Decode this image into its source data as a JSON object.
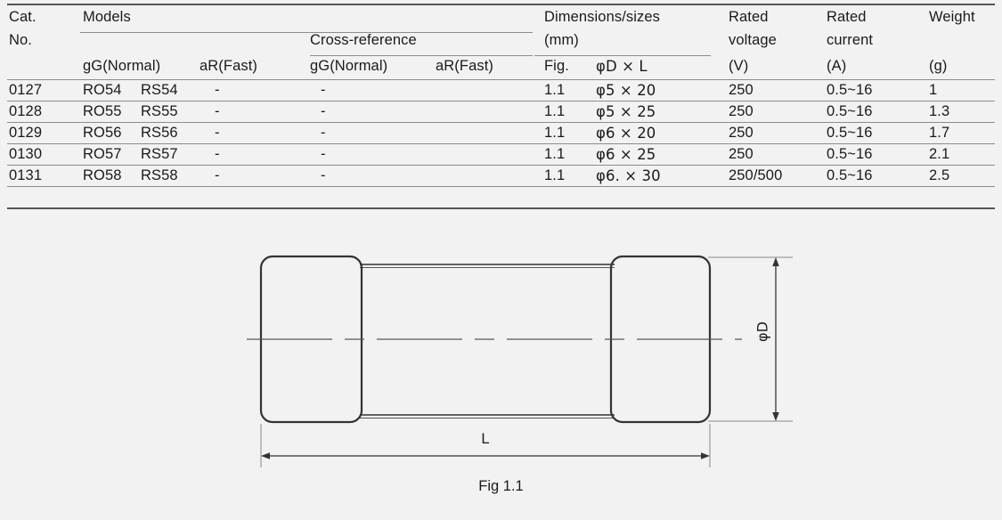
{
  "table": {
    "header": {
      "cat_no_line1": "Cat.",
      "cat_no_line2": "No.",
      "models": "Models",
      "cross_reference": "Cross-reference",
      "models_gg": "gG(Normal)",
      "models_ar": "aR(Fast)",
      "xref_gg": "gG(Normal)",
      "xref_ar": "aR(Fast)",
      "dimensions_line1": "Dimensions/sizes",
      "dimensions_line2": "(mm)",
      "fig": "Fig.",
      "dia_x_l": "φD × L",
      "rated_voltage_line1": "Rated",
      "rated_voltage_line2": "voltage",
      "rated_voltage_unit": "(V)",
      "rated_current_line1": "Rated",
      "rated_current_line2": "current",
      "rated_current_unit": "(A)",
      "weight_line1": "Weight",
      "weight_unit": "(g)"
    },
    "rows": [
      {
        "cat_no": "0127",
        "models_gg": "RO54",
        "models_ar": "RS54",
        "xref_gg": "-",
        "xref_ar": "-",
        "fig": "1.1",
        "dia_x_l": "φ5 × 20",
        "rated_voltage": "250",
        "rated_current": "0.5~16",
        "weight": "1"
      },
      {
        "cat_no": "0128",
        "models_gg": "RO55",
        "models_ar": "RS55",
        "xref_gg": "-",
        "xref_ar": "-",
        "fig": "1.1",
        "dia_x_l": "φ5 × 25",
        "rated_voltage": "250",
        "rated_current": "0.5~16",
        "weight": "1.3"
      },
      {
        "cat_no": "0129",
        "models_gg": "RO56",
        "models_ar": "RS56",
        "xref_gg": "-",
        "xref_ar": "-",
        "fig": "1.1",
        "dia_x_l": "φ6 × 20",
        "rated_voltage": "250",
        "rated_current": "0.5~16",
        "weight": "1.7"
      },
      {
        "cat_no": "0130",
        "models_gg": "RO57",
        "models_ar": "RS57",
        "xref_gg": "-",
        "xref_ar": "-",
        "fig": "1.1",
        "dia_x_l": "φ6 × 25",
        "rated_voltage": "250",
        "rated_current": "0.5~16",
        "weight": "2.1"
      },
      {
        "cat_no": "0131",
        "models_gg": "RO58",
        "models_ar": "RS58",
        "xref_gg": "-",
        "xref_ar": "-",
        "fig": "1.1",
        "dia_x_l": "φ6. × 30",
        "rated_voltage": "250/500",
        "rated_current": "0.5~16",
        "weight": "2.5"
      }
    ]
  },
  "drawing": {
    "caption": "Fig 1.1",
    "diameter_label": "φD",
    "length_label": "L"
  },
  "colors": {
    "background": "#f2f2f2",
    "text": "#1a1a1a",
    "rule": "#8c8c8c",
    "rule_strong": "#555555",
    "drawing_line": "#333333"
  }
}
